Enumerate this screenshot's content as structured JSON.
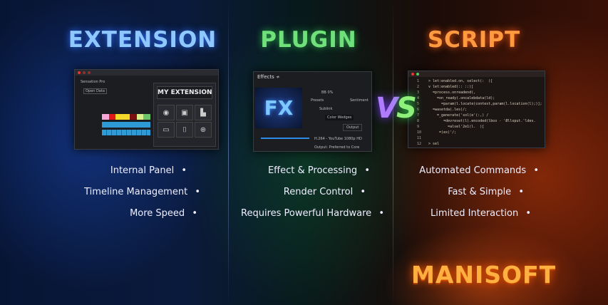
{
  "columns": [
    {
      "title": "EXTENSION",
      "bullets": [
        "Internal Panel",
        "Timeline Management",
        "More Speed"
      ],
      "panel": {
        "window_title": "Sensation Pro",
        "button": "Open Data",
        "header": "MY EXTENSION",
        "icons": [
          "camera-icon",
          "monitor-icon",
          "chart-icon",
          "display-icon",
          "crop-icon",
          "crosshair-icon"
        ],
        "track_colors": [
          "#f7a6d8",
          "#e01818",
          "#f2d92a",
          "#f2d92a",
          "#7a1010",
          "#d8ef8a",
          "#6cc46a"
        ]
      }
    },
    {
      "title": "PLUGIN",
      "bullets": [
        "Effect & Processing",
        "Render Control",
        "Requires Powerful Hardware"
      ],
      "panel": {
        "window_title": "Effects",
        "preview": "FX",
        "rows": [
          "BB 0%",
          "Presets",
          "Sublink",
          "Color Wedges"
        ],
        "preset_value": "Sentiment",
        "output": "Output",
        "format": "H.264 - YouTube 1080p HD",
        "footer": "Output: Preferred to Core"
      }
    },
    {
      "title": "SCRIPT",
      "bullets": [
        "Automated Commands",
        "Fast & Simple",
        "Limited Interaction"
      ],
      "panel": {
        "line_numbers": [
          "1",
          "2",
          "3",
          "4",
          "5",
          "6",
          "7",
          "8",
          "9",
          "10",
          "11",
          "12"
        ],
        "code": [
          "> let:enabled.on, select(:  )[",
          "v let:enabled(:: ::)[",
          "  =process.onreadend(,",
          "    =on_ready(.oncalebdata(ld);",
          "      =param(l.locate(context,param(l.location(l);)];",
          "  =wasetda(.les)/;",
          "    =_generate('sol(e'(:,) /",
          "       =devreset(l).encoded(lbox - 'Ølloput.'ldes.",
          "         =alsel'2e1(l.  )[",
          "     =)ex)'/;",
          "",
          "> sel"
        ]
      }
    }
  ],
  "vs": {
    "v": "V",
    "s": "S"
  },
  "brand": "MANISOFT"
}
